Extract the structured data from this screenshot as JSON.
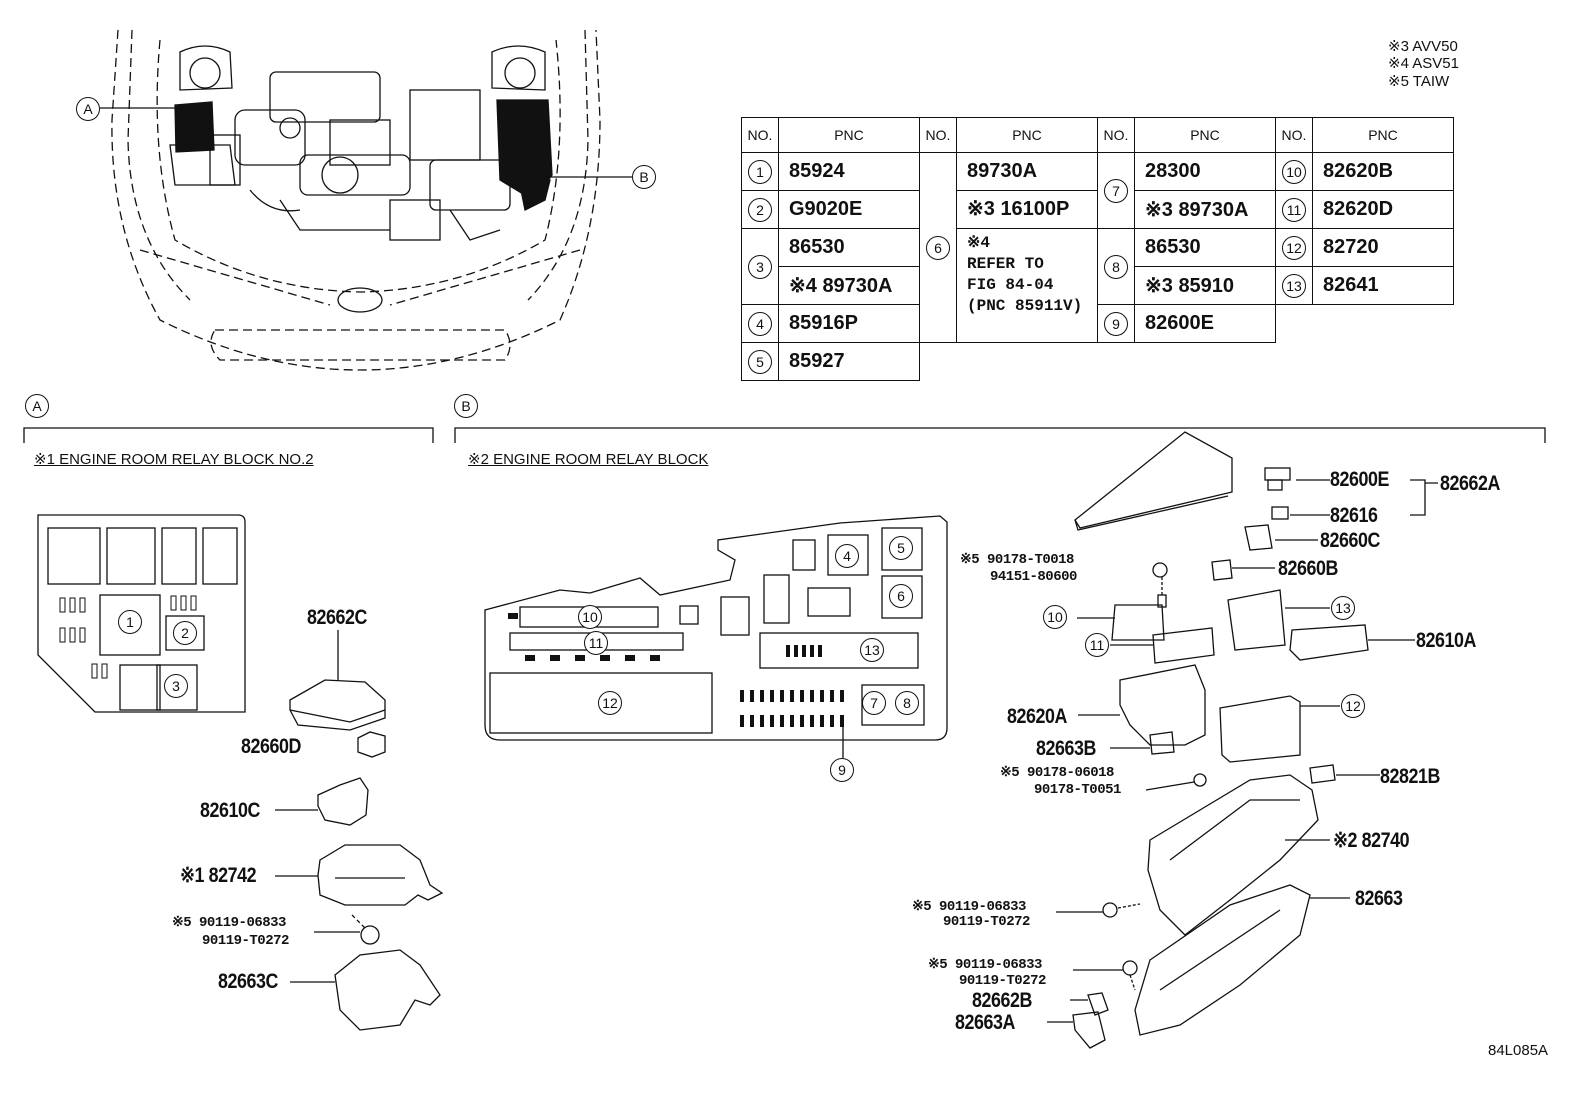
{
  "notes": [
    "※3 AVV50",
    "※4 ASV51",
    "※5 TAIW"
  ],
  "table": {
    "headers": {
      "no": "NO.",
      "pnc": "PNC"
    },
    "col1": [
      {
        "no": "1",
        "pnc": "85924"
      },
      {
        "no": "2",
        "pnc": "G9020E"
      },
      {
        "no": "3",
        "pnc": "86530",
        "pnc2": "※4 89730A"
      },
      {
        "no": "4",
        "pnc": "85916P"
      },
      {
        "no": "5",
        "pnc": "85927"
      }
    ],
    "col2": {
      "no": "6",
      "lines": [
        "89730A",
        "※3 16100P",
        "※4",
        "REFER TO",
        "FIG 84-04",
        "(PNC 85911V)"
      ]
    },
    "col3": [
      {
        "no": "7",
        "pnc": "28300",
        "pnc2": "※3 89730A"
      },
      {
        "no": "8",
        "pnc": "86530",
        "pnc2": "※3 85910"
      },
      {
        "no": "9",
        "pnc": "82600E"
      }
    ],
    "col4": [
      {
        "no": "10",
        "pnc": "82620B"
      },
      {
        "no": "11",
        "pnc": "82620D"
      },
      {
        "no": "12",
        "pnc": "82720"
      },
      {
        "no": "13",
        "pnc": "82641"
      }
    ]
  },
  "markers": {
    "a": "A",
    "b": "B"
  },
  "sections": {
    "a_title": "※1 ENGINE ROOM RELAY BLOCK NO.2",
    "b_title": "※2 ENGINE ROOM RELAY BLOCK"
  },
  "blockA_nums": [
    "1",
    "2",
    "3"
  ],
  "blockB_nums": [
    "4",
    "5",
    "6",
    "10",
    "11",
    "13",
    "12",
    "7",
    "8",
    "9"
  ],
  "explodedB_nums": [
    "10",
    "11",
    "13",
    "12"
  ],
  "parts_a": {
    "p1": "82662C",
    "p2": "82660D",
    "p3": "82610C",
    "p4": "※1 82742",
    "p5a": "※5 90119-06833",
    "p5b": "90119-T0272",
    "p6": "82663C"
  },
  "parts_b": {
    "p1": "82600E",
    "p2": "82662A",
    "p3": "82616",
    "p4": "82660C",
    "p5a": "※5 90178-T0018",
    "p5b": "94151-80600",
    "p6": "82660B",
    "p7": "82610A",
    "p8": "82620A",
    "p9": "82663B",
    "p10a": "※5 90178-06018",
    "p10b": "90178-T0051",
    "p11": "82821B",
    "p12": "※2 82740",
    "p13": "82663",
    "p14a": "※5 90119-06833",
    "p14b": "90119-T0272",
    "p15a": "※5 90119-06833",
    "p15b": "90119-T0272",
    "p16": "82662B",
    "p17": "82663A"
  },
  "figure_id": "84L085A"
}
